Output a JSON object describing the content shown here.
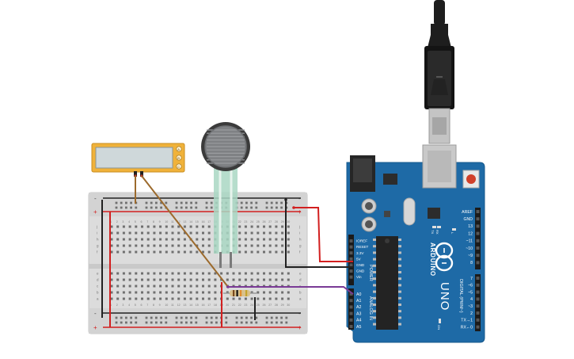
{
  "breadboard": {
    "columns": 30,
    "row_letters_top": [
      "j",
      "i",
      "h",
      "g",
      "f"
    ],
    "row_letters_bottom": [
      "e",
      "d",
      "c",
      "b",
      "a"
    ],
    "rail_plus": "+",
    "rail_minus": "-"
  },
  "lcd": {
    "pin_labels": [
      "A",
      "B",
      "C"
    ]
  },
  "arduino": {
    "brand": "ARDUINO",
    "model": "UNO",
    "power_header_label": "POWER",
    "analog_header_label": "ANALOG IN",
    "digital_header_label": "DIGITAL (PWM~)",
    "power_pins": [
      "IOREF",
      "RESET",
      "3.3V",
      "5V",
      "GND",
      "GND",
      "Vin"
    ],
    "analog_pins": [
      "A0",
      "A1",
      "A2",
      "A3",
      "A4",
      "A5"
    ],
    "digital_pins_top": [
      "AREF",
      "GND",
      "13",
      "12",
      "~11",
      "~10",
      "~9",
      "8"
    ],
    "digital_pins_bottom": [
      "7",
      "~6",
      "~5",
      "4",
      "~3",
      "2",
      "TX→1",
      "RX←0"
    ],
    "led_labels": [
      "TX",
      "RX",
      "L",
      "ON"
    ]
  },
  "colors": {
    "board_blue": "#1e6aa6",
    "wire_red": "#d21f1f",
    "wire_black": "#222222",
    "wire_brown": "#9c6a2c",
    "wire_purple": "#7a3a96",
    "lcd_frame": "#f0b23a",
    "sensor_strip": "#a9d7c3"
  }
}
